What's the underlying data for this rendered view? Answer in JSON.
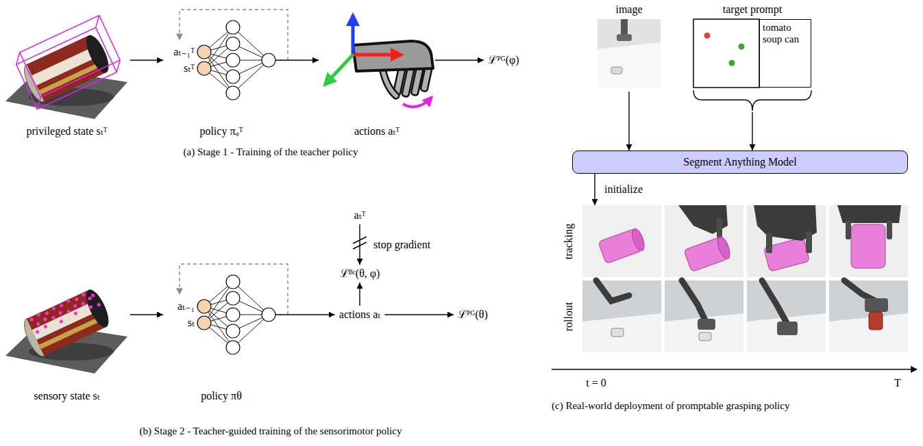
{
  "diagram": {
    "nodes": [
      {
        "text": [
          "privileged state sₜᵀ"
        ]
      },
      {
        "text": [
          "policy πᵩᵀ"
        ]
      },
      {
        "text": [
          "actions aₜᵀ"
        ]
      },
      {
        "text": [
          "ℒᴾᴳ(φ)"
        ]
      },
      {
        "text": [
          "sensory state sₜ"
        ]
      },
      {
        "text": [
          "policy πθ"
        ]
      },
      {
        "text": [
          "aₜᵀ"
        ]
      },
      {
        "text": [
          "ℒᴮᶜ(θ, φ)"
        ]
      },
      {
        "text": [
          "actions aₜ"
        ]
      },
      {
        "text": [
          "ℒᴾᴳ(θ)"
        ]
      },
      {
        "text": [
          "image"
        ]
      },
      {
        "text": [
          "target prompt"
        ]
      },
      {
        "text": [
          "tomato soup can"
        ],
        "in": 11
      },
      {
        "text": [
          "Segment Anything Model"
        ]
      },
      {
        "text": [
          "tracking"
        ]
      },
      {
        "text": [
          "rollout"
        ]
      }
    ],
    "edges": [
      {
        "from": 0,
        "to": 1,
        "arrow": "to"
      },
      {
        "from": 1,
        "to": 2,
        "arrow": "to"
      },
      {
        "from": 2,
        "to": 3,
        "arrow": "to"
      },
      {
        "from": 4,
        "to": 5,
        "arrow": "to"
      },
      {
        "from": 5,
        "to": 8,
        "arrow": "to"
      },
      {
        "from": 8,
        "to": 9,
        "arrow": "to"
      },
      {
        "from": 8,
        "to": 7,
        "arrow": "to"
      },
      {
        "from": 6,
        "to": 7,
        "label": "stop gradient",
        "arrow": "to"
      },
      {
        "from": 10,
        "to": 13,
        "arrow": "to"
      },
      {
        "from": 11,
        "to": 13,
        "arrow": "to"
      },
      {
        "from": 13,
        "to": 14,
        "label": "initialize",
        "arrow": "to"
      }
    ],
    "labels": [
      "aₜ₋₁ᵀ",
      "sₜᵀ",
      "aₜ₋₁",
      "sₜ",
      "t = 0",
      "T",
      "(a) Stage 1 - Training of the teacher policy",
      "(b) Stage 2 - Teacher-guided training of the sensorimotor policy",
      "(c) Real-world deployment of promptable grasping policy"
    ]
  }
}
